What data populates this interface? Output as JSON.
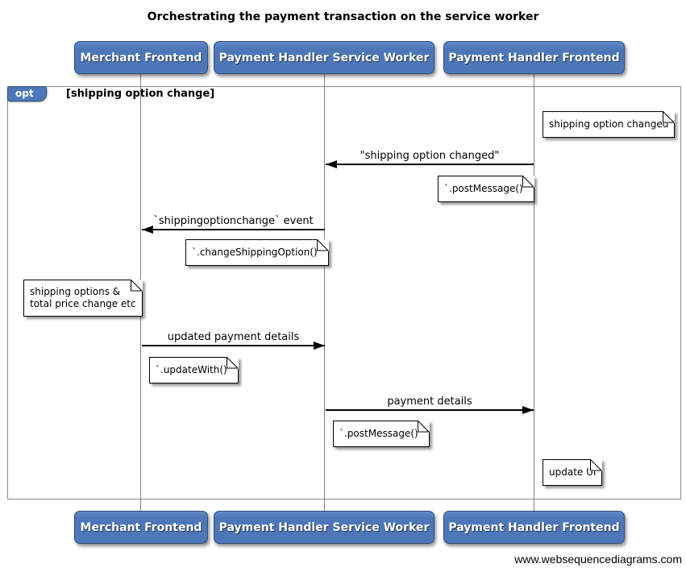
{
  "title": "Orchestrating the payment transaction on the service worker",
  "actors": [
    {
      "label": "Merchant Frontend"
    },
    {
      "label": "Payment Handler Service Worker"
    },
    {
      "label": "Payment Handler Frontend"
    }
  ],
  "fragment": {
    "operator": "opt",
    "condition": "[shipping option change]"
  },
  "messages": [
    {
      "label": "\"shipping option changed\"",
      "from": "Payment Handler Frontend",
      "to": "Payment Handler Service Worker"
    },
    {
      "label": "`shippingoptionchange` event",
      "from": "Payment Handler Service Worker",
      "to": "Merchant Frontend"
    },
    {
      "label": "updated payment details",
      "from": "Merchant Frontend",
      "to": "Payment Handler Service Worker"
    },
    {
      "label": "payment details",
      "from": "Payment Handler Service Worker",
      "to": "Payment Handler Frontend"
    }
  ],
  "notes": [
    {
      "text": "shipping option changed"
    },
    {
      "text": "`.postMessage()`"
    },
    {
      "text": "`.changeShippingOption()`"
    },
    {
      "line1": "shipping options &",
      "line2": "total price change etc"
    },
    {
      "text": "`.updateWith()`"
    },
    {
      "text": "`.postMessage()`"
    },
    {
      "text": "update UI"
    }
  ],
  "footer": "www.websequencediagrams.com",
  "colors": {
    "actor_fill": "#4d77b8",
    "actor_border": "#2e4d7f",
    "lifeline": "#818181",
    "frame_border": "#8a8a8a",
    "arrow": "#000000"
  }
}
